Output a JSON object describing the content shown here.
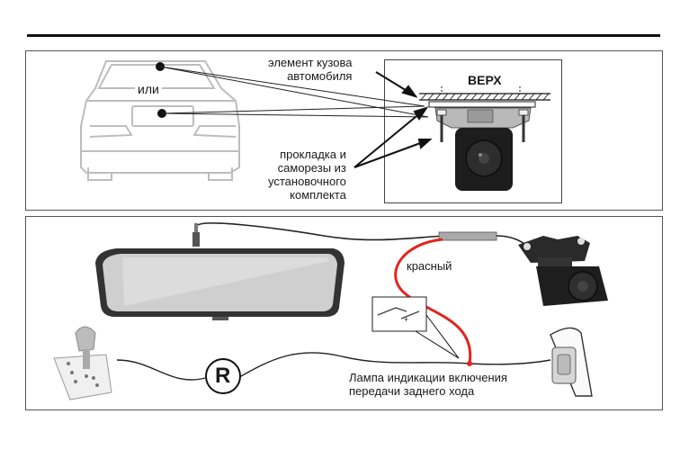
{
  "top_panel": {
    "label_body": "элемент кузова автомобиля",
    "label_body_l1": "элемент кузова",
    "label_body_l2": "автомобиля",
    "label_or": "или",
    "label_top": "ВЕРХ",
    "label_gasket_l1": "прокладка и",
    "label_gasket_l2": "саморезы из",
    "label_gasket_l3": "установочного",
    "label_gasket_l4": "комплекта"
  },
  "bottom_panel": {
    "label_red": "красный",
    "label_lamp_l1": "Лампа индикации включения",
    "label_lamp_l2": "передачи заднего хода",
    "label_reverse": "R"
  },
  "colors": {
    "red_wire": "#e0261f",
    "line": "#222222"
  }
}
